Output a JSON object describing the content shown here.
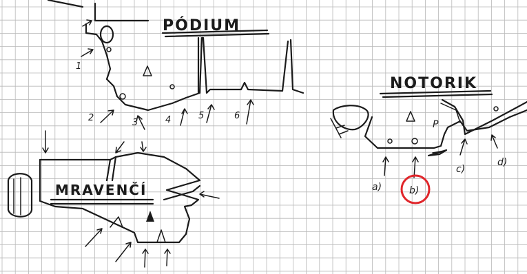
{
  "labels": {
    "podium": "PÓDIUM",
    "notorik": "NOTORIK",
    "mravenci": "MRAVENČÍ"
  },
  "notorik_points": [
    "a)",
    "b)",
    "c)",
    "d)"
  ],
  "podium_points": [
    "1",
    "2",
    "3",
    "4",
    "5",
    "6"
  ],
  "highlight_color": "#e0262b",
  "ink_color": "#1b1b1b",
  "grid_color": "#b9b9b9"
}
